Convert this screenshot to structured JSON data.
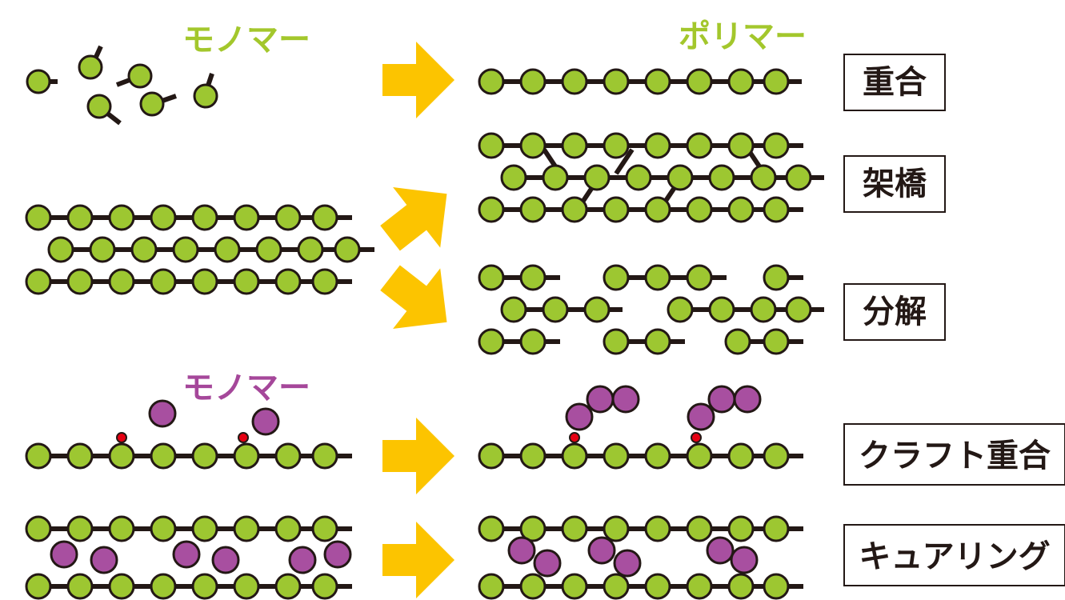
{
  "labels": {
    "monomer_green": "モノマー",
    "polymer": "ポリマー",
    "monomer_purple": "モノマー"
  },
  "processes": [
    {
      "id": "polymerization",
      "label": "重合"
    },
    {
      "id": "crosslinking",
      "label": "架橋"
    },
    {
      "id": "decomposition",
      "label": "分解"
    },
    {
      "id": "graft",
      "label": "クラフト重合"
    },
    {
      "id": "curing",
      "label": "キュアリング"
    }
  ],
  "colors": {
    "label_green": "#a3c72c",
    "label_purple": "#a5479a",
    "green_unit": "#9dc731",
    "purple_unit": "#a84fa0",
    "reactive_site": "#e60012",
    "arrow": "#fcc400",
    "bond": "#231815"
  }
}
